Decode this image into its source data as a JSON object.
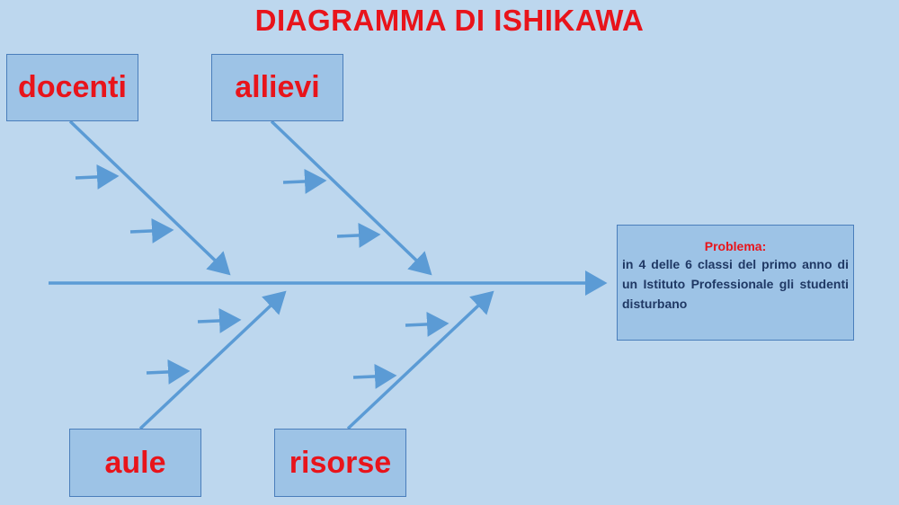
{
  "title": "DIAGRAMMA DI ISHIKAWA",
  "categories": {
    "docenti": "docenti",
    "allievi": "allievi",
    "aule": "aule",
    "risorse": "risorse"
  },
  "problem": {
    "label": "Problema:",
    "text": "in 4 delle 6 classi del primo anno di un Istituto Professionale gli studenti disturbano"
  },
  "colors": {
    "background": "#bdd7ee",
    "box_fill": "#9dc3e6",
    "arrow": "#5b9bd5",
    "title_red": "#e8141b",
    "problem_text": "#1f3864"
  }
}
